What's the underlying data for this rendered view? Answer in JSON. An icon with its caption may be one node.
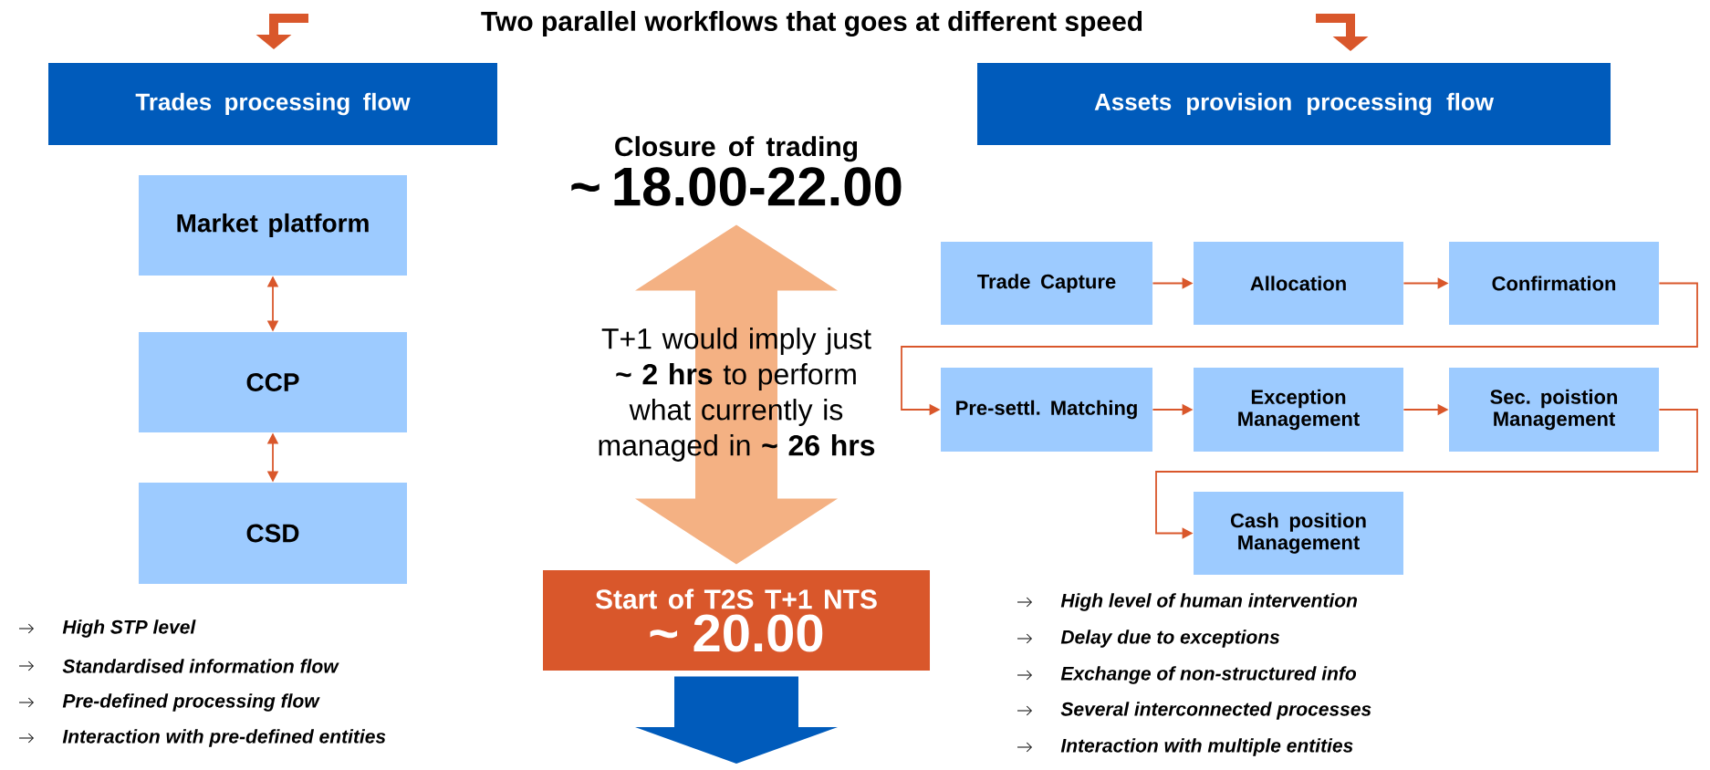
{
  "diagram": {
    "title": "Two parallel workflows that goes at different speed",
    "nodes": [
      {
        "text": [
          "Trades processing flow"
        ]
      },
      {
        "text": [
          "Assets provision processing flow"
        ]
      },
      {
        "text": [
          "Market platform"
        ]
      },
      {
        "text": [
          "CCP"
        ]
      },
      {
        "text": [
          "CSD"
        ]
      },
      {
        "text": [
          "Trade Capture"
        ]
      },
      {
        "text": [
          "Allocation"
        ]
      },
      {
        "text": [
          "Confirmation"
        ]
      },
      {
        "text": [
          "Pre-settl. Matching"
        ]
      },
      {
        "text": [
          "Exception Management"
        ]
      },
      {
        "text": [
          "Sec. poistion Management"
        ]
      },
      {
        "text": [
          "Cash position Management"
        ]
      },
      {
        "text": [
          "Closure of trading",
          "~ 18.00-22.00"
        ]
      },
      {
        "text": [
          "Start of T2S T+1 NTS",
          "~ 20.00"
        ]
      }
    ],
    "edges": [
      {
        "from": 2,
        "to": 3,
        "arrow": "both"
      },
      {
        "from": 3,
        "to": 4,
        "arrow": "both"
      },
      {
        "from": 5,
        "to": 6,
        "arrow": "to"
      },
      {
        "from": 6,
        "to": 7,
        "arrow": "to"
      },
      {
        "from": 7,
        "to": 8,
        "arrow": "to"
      },
      {
        "from": 8,
        "to": 9,
        "arrow": "to"
      },
      {
        "from": 9,
        "to": 10,
        "arrow": "to"
      },
      {
        "from": 10,
        "to": 11,
        "arrow": "to"
      },
      {
        "from": 12,
        "to": 13,
        "arrow": "both",
        "style": "thick",
        "color": "#f4b183",
        "label": "T+1 would imply just **~ 2 hrs** to perform what currently is managed in **~ 26 hrs**"
      },
      {
        "from": 13,
        "to": null,
        "arrow": "to",
        "style": "thick",
        "color": "#005bbb"
      }
    ],
    "labels": [
      "High STP level",
      "Standardised information flow",
      "Pre-defined processing flow",
      "Interaction with pre-defined entities",
      "High level of human intervention",
      "Delay due to exceptions",
      "Exchange of non-structured info",
      "Several interconnected processes",
      "Interaction with multiple entities"
    ]
  }
}
